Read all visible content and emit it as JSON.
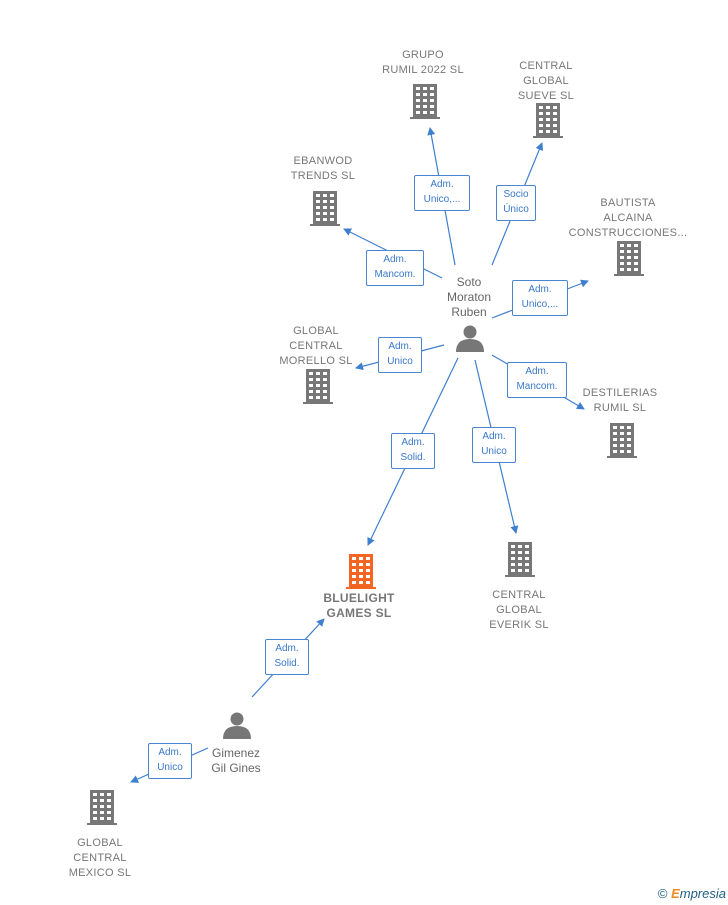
{
  "colors": {
    "edge": "#3f7fcf",
    "building": "#777777",
    "focus": "#f26522",
    "person": "#777777"
  },
  "persons": [
    {
      "id": "soto",
      "label": "Soto\nMoraton\nRuben"
    },
    {
      "id": "gimenez",
      "label": "Gimenez\nGil Gines"
    }
  ],
  "companies": [
    {
      "id": "grupo",
      "label": "GRUPO\nRUMIL 2022  SL"
    },
    {
      "id": "sueve",
      "label": "CENTRAL\nGLOBAL\nSUEVE  SL"
    },
    {
      "id": "ebanwod",
      "label": "EBANWOD\nTRENDS  SL"
    },
    {
      "id": "bautista",
      "label": "BAUTISTA\nALCAINA\nCONSTRUCCIONES..."
    },
    {
      "id": "morello",
      "label": "GLOBAL\nCENTRAL\nMORELLO  SL"
    },
    {
      "id": "destilerias",
      "label": "DESTILERIAS\nRUMIL  SL"
    },
    {
      "id": "bluelight",
      "label": "BLUELIGHT\nGAMES  SL",
      "focus": true
    },
    {
      "id": "everik",
      "label": "CENTRAL\nGLOBAL\nEVERIK  SL"
    },
    {
      "id": "mexico",
      "label": "GLOBAL\nCENTRAL\nMEXICO  SL"
    }
  ],
  "edges": [
    {
      "from": "soto",
      "to": "grupo",
      "label": "Adm.\nUnico,..."
    },
    {
      "from": "soto",
      "to": "sueve",
      "label": "Socio\nÚnico"
    },
    {
      "from": "soto",
      "to": "ebanwod",
      "label": "Adm.\nMancom."
    },
    {
      "from": "soto",
      "to": "bautista",
      "label": "Adm.\nUnico,..."
    },
    {
      "from": "soto",
      "to": "morello",
      "label": "Adm.\nUnico"
    },
    {
      "from": "soto",
      "to": "destilerias",
      "label": "Adm.\nMancom."
    },
    {
      "from": "soto",
      "to": "bluelight",
      "label": "Adm.\nSolid."
    },
    {
      "from": "soto",
      "to": "everik",
      "label": "Adm.\nUnico"
    },
    {
      "from": "gimenez",
      "to": "bluelight",
      "label": "Adm.\nSolid."
    },
    {
      "from": "gimenez",
      "to": "mexico",
      "label": "Adm.\nUnico"
    }
  ],
  "footer": {
    "copyright": "©",
    "brand_initial": "E",
    "brand_rest": "mpresia"
  }
}
